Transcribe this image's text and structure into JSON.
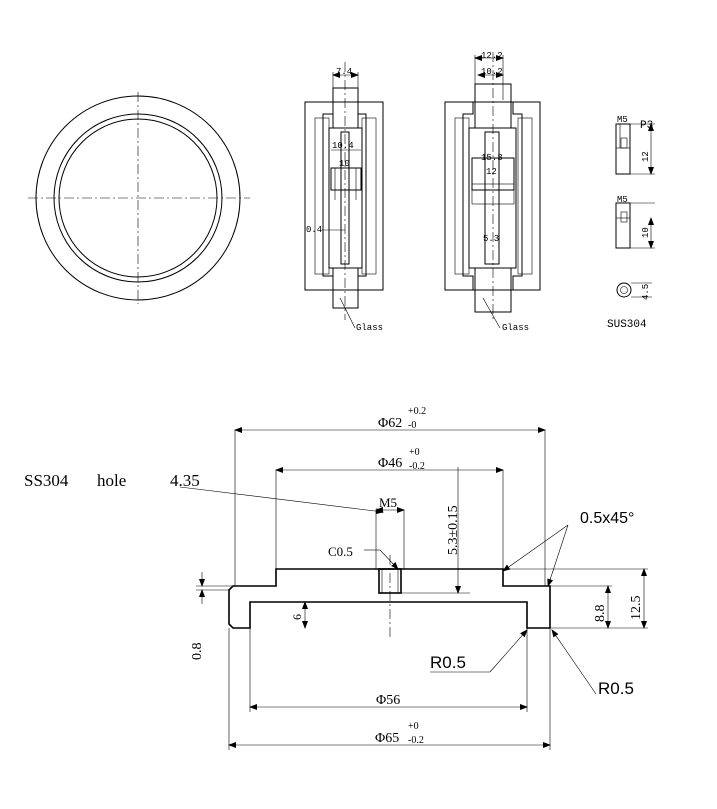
{
  "top": {
    "dims": {
      "left_width": "7.4",
      "left_inner": "10.4",
      "left_ten": "10",
      "left_04": "0.4",
      "right_w1": "12.2",
      "right_w2": "10.2",
      "right_153": "15.3",
      "right_12": "12",
      "right_53": "5.3"
    },
    "glass_left": "Glass",
    "glass_right": "Glass",
    "screw": {
      "m5_top": "M5",
      "p3": "P3",
      "len12": "12",
      "m5_bottom": "M5",
      "len10": "10",
      "head_dim": "4.5",
      "material": "SUS304"
    }
  },
  "bottom": {
    "note": {
      "material": "SS304",
      "word": "hole",
      "value": "4.35"
    },
    "dims": {
      "d62": "Φ62",
      "d62_upper": "+0.2",
      "d62_lower": "-0",
      "d46": "Φ46",
      "d46_upper": "+0",
      "d46_lower": "-0.2",
      "m5": "M5",
      "c05": "C0.5",
      "depth": "5.3±0.15",
      "chamfer": "0.5x45°",
      "h125": "12.5",
      "h88": "8.8",
      "six": "6",
      "zero8": "0.8",
      "r05_a": "R0.5",
      "r05_b": "R0.5",
      "d56": "Φ56",
      "d65": "Φ65",
      "d65_upper": "+0",
      "d65_lower": "-0.2"
    }
  }
}
